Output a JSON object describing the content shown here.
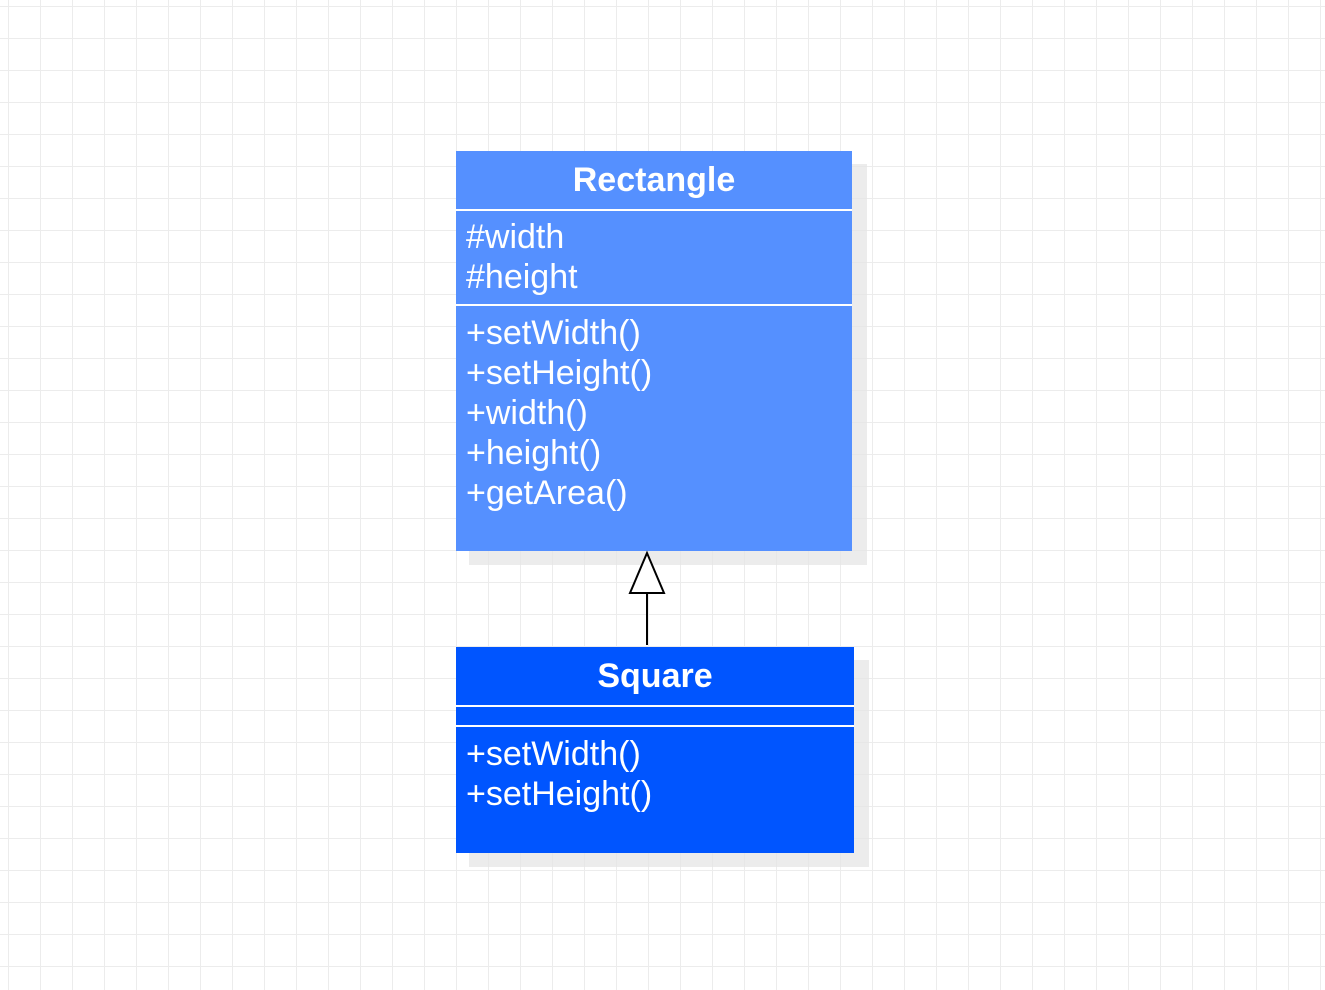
{
  "diagram": {
    "classes": [
      {
        "name": "Rectangle",
        "fill": "#5590FF",
        "attributes": [
          "#width",
          "#height"
        ],
        "methods": [
          "+setWidth()",
          "+setHeight()",
          "+width()",
          "+height()",
          "+getArea()"
        ]
      },
      {
        "name": "Square",
        "fill": "#0055FF",
        "attributes": [],
        "methods": [
          "+setWidth()",
          "+setHeight()"
        ]
      }
    ],
    "relations": [
      {
        "type": "generalization",
        "from": "Square",
        "to": "Rectangle",
        "arrowhead": "hollow-triangle"
      }
    ]
  }
}
